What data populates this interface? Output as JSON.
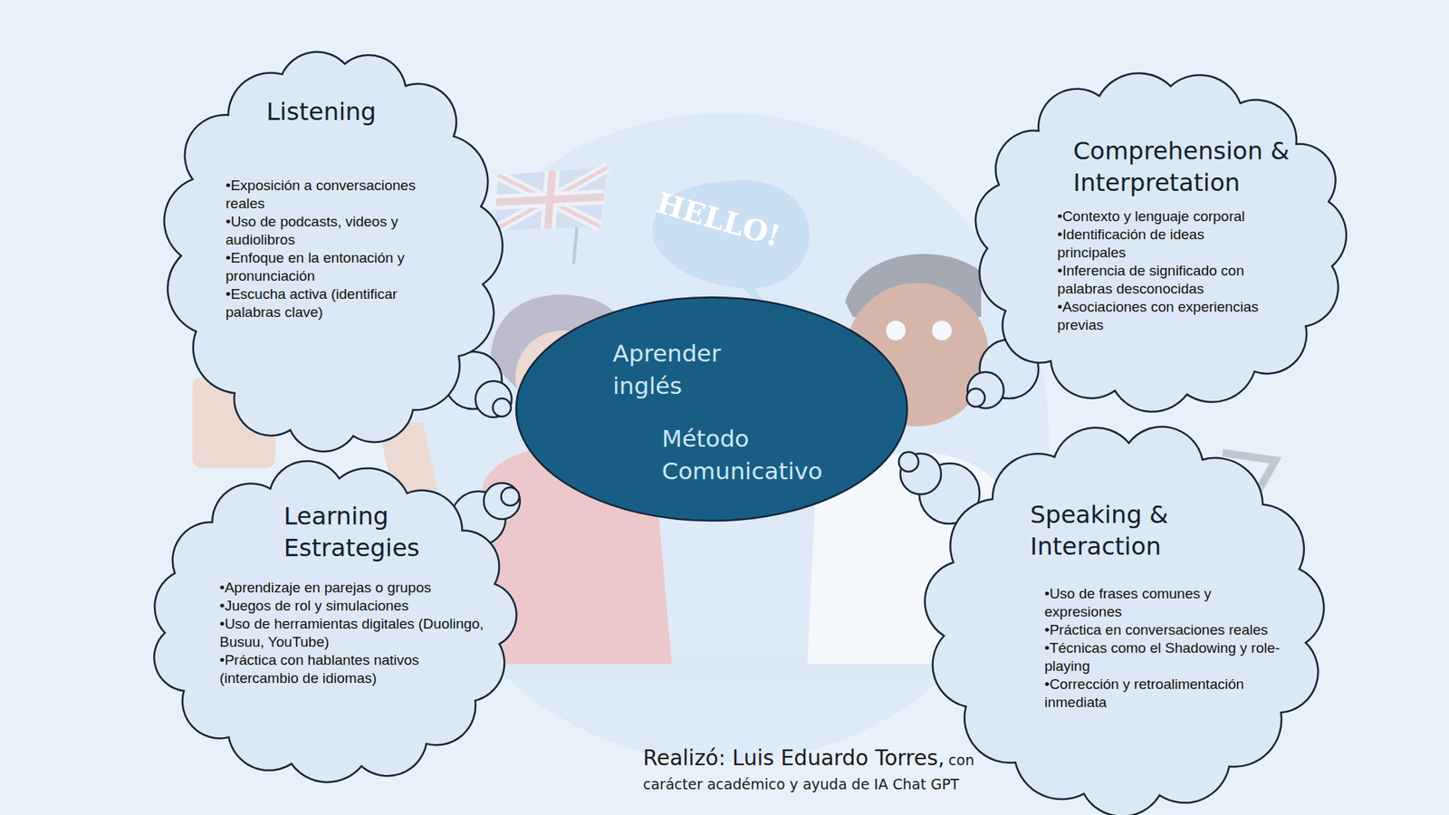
{
  "diagram": {
    "nodes": [
      {
        "text": [
          "Aprender inglés",
          "Método Comunicativo"
        ]
      },
      {
        "text": [
          "Listening",
          "•Exposición a conversaciones reales",
          "•Uso de podcasts, videos y audiolibros",
          "•Enfoque en la entonación y pronunciación",
          "•Escucha activa (identificar palabras clave)"
        ]
      },
      {
        "text": [
          "Comprehension & Interpretation",
          "•Contexto y lenguaje corporal",
          "•Identificación de ideas principales",
          "•Inferencia de significado con palabras desconocidas",
          "•Asociaciones con experiencias previas"
        ]
      },
      {
        "text": [
          "Learning Estrategies",
          "•Aprendizaje en parejas o grupos",
          "•Juegos de rol y simulaciones",
          "•Uso de herramientas digitales (Duolingo, Busuu, YouTube)",
          "•Práctica con hablantes nativos (intercambio de idiomas)"
        ]
      },
      {
        "text": [
          "Speaking & Interaction",
          "•Uso de frases comunes y expresiones",
          "•Práctica en conversaciones reales",
          "•Técnicas como el Shadowing y role-playing",
          "•Corrección y retroalimentación inmediata"
        ]
      }
    ],
    "labels": [
      "HELLO!",
      "Realizó: Luis Eduardo Torres,",
      "con carácter académico y ayuda de IA Chat GPT"
    ]
  }
}
